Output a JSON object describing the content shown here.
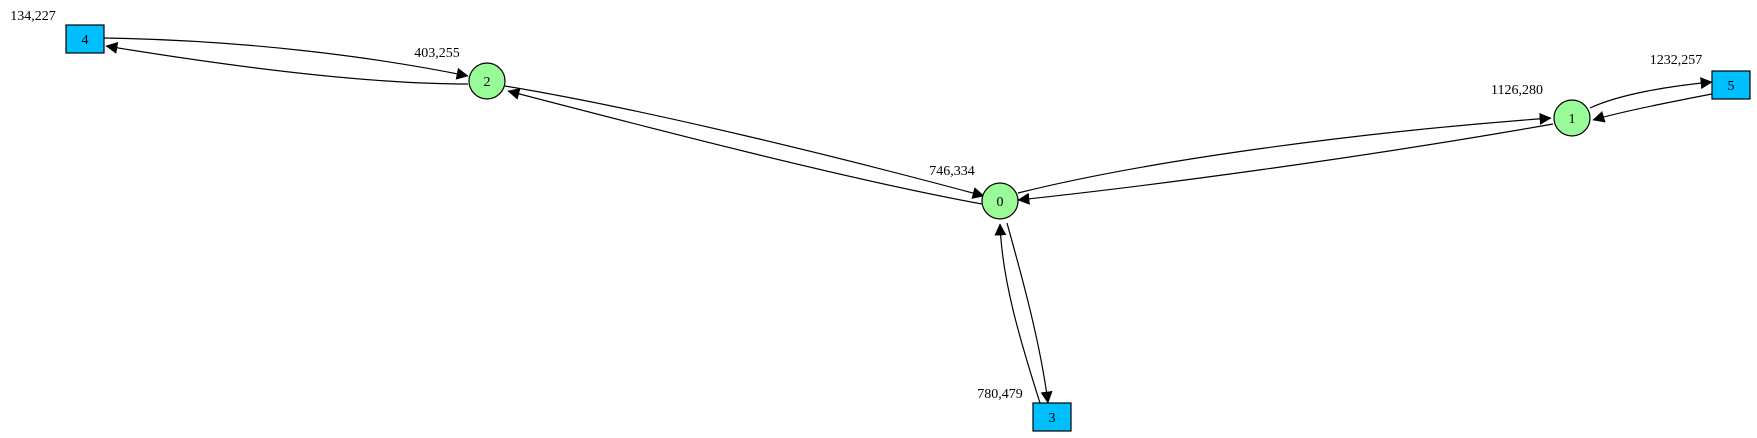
{
  "colors": {
    "circle_fill": "#98fb98",
    "box_fill": "#00bfff",
    "stroke": "#000000",
    "background": "#ffffff"
  },
  "nodes": [
    {
      "id": "0",
      "label": "0",
      "shape": "circle",
      "coord_label": "746,334"
    },
    {
      "id": "1",
      "label": "1",
      "shape": "circle",
      "coord_label": "1126,280"
    },
    {
      "id": "2",
      "label": "2",
      "shape": "circle",
      "coord_label": "403,255"
    },
    {
      "id": "3",
      "label": "3",
      "shape": "box",
      "coord_label": "780,479"
    },
    {
      "id": "4",
      "label": "4",
      "shape": "box",
      "coord_label": "134,227"
    },
    {
      "id": "5",
      "label": "5",
      "shape": "box",
      "coord_label": "1232,257"
    }
  ],
  "edges": [
    {
      "from": "4",
      "to": "2"
    },
    {
      "from": "2",
      "to": "4"
    },
    {
      "from": "2",
      "to": "0"
    },
    {
      "from": "0",
      "to": "2"
    },
    {
      "from": "0",
      "to": "1"
    },
    {
      "from": "1",
      "to": "0"
    },
    {
      "from": "1",
      "to": "5"
    },
    {
      "from": "5",
      "to": "1"
    },
    {
      "from": "0",
      "to": "3"
    },
    {
      "from": "3",
      "to": "0"
    }
  ]
}
